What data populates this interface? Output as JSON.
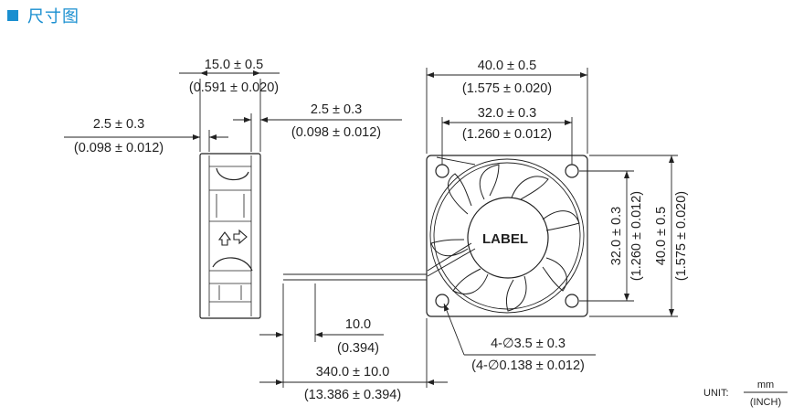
{
  "header": {
    "title": "尺寸图",
    "accent_color": "#1a8fd0"
  },
  "dimensions": {
    "side_width_mm": "15.0 ± 0.5",
    "side_width_in": "(0.591 ± 0.020)",
    "left_flange_mm": "2.5 ± 0.3",
    "left_flange_in": "(0.098 ± 0.012)",
    "right_flange_mm": "2.5 ± 0.3",
    "right_flange_in": "(0.098 ± 0.012)",
    "frame_mm": "40.0 ± 0.5",
    "frame_in": "(1.575 ± 0.020)",
    "hole_pitch_mm": "32.0 ± 0.3",
    "hole_pitch_in": "(1.260 ± 0.012)",
    "v_hole_pitch_mm": "32.0 ± 0.3",
    "v_hole_pitch_in": "(1.260 ± 0.012)",
    "v_frame_mm": "40.0 ± 0.5",
    "v_frame_in": "(1.575 ± 0.020)",
    "strip_mm": "10.0",
    "strip_in": "(0.394)",
    "lead_mm": "340.0 ± 10.0",
    "lead_in": "(13.386 ± 0.394)",
    "hole_mm": "4-∅3.5 ± 0.3",
    "hole_in": "(4-∅0.138 ± 0.012)"
  },
  "fan": {
    "label": "LABEL",
    "airflow_icon": "airflow-arrow-icon"
  },
  "units": {
    "caption": "UNIT:",
    "numerator": "mm",
    "denominator": "(INCH)"
  }
}
